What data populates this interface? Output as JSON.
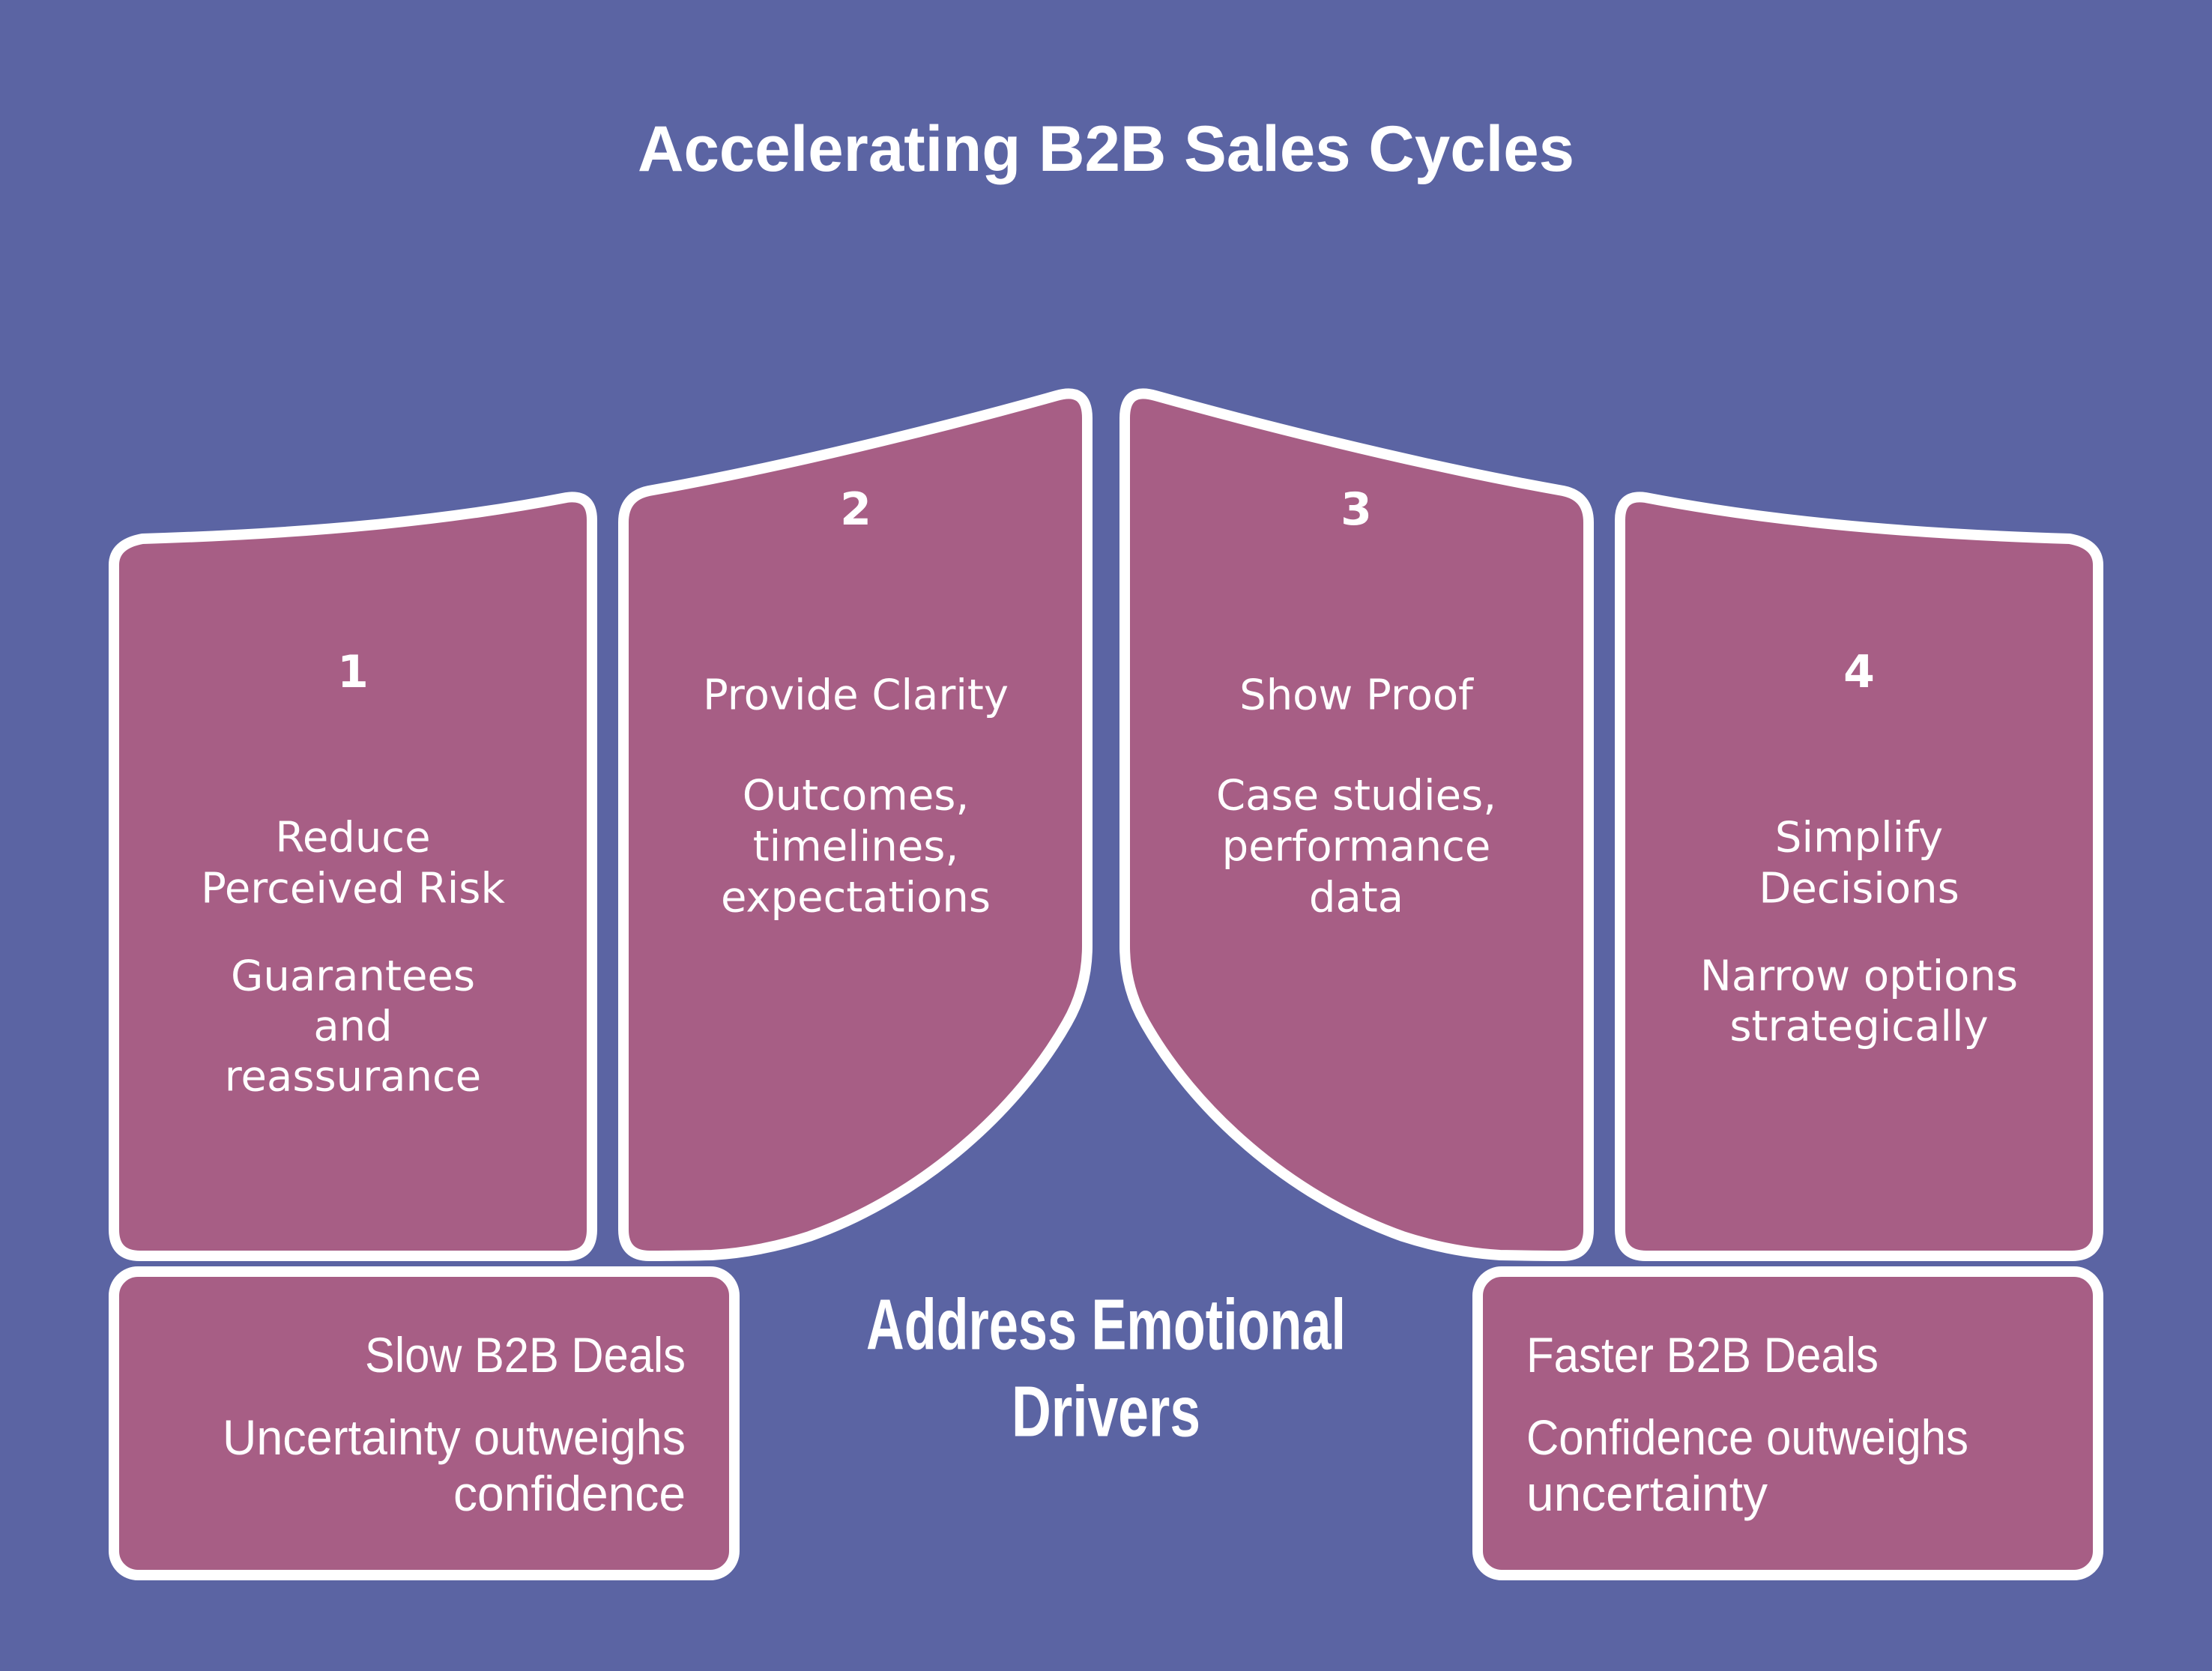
{
  "title": "Accelerating B2B Sales Cycles",
  "colors": {
    "background": "#5b64a3",
    "panel": "#a75e85",
    "outline": "#ffffff",
    "text": "#ffffff"
  },
  "panels": [
    {
      "number": "1",
      "heading_lines": [
        "Reduce",
        "Perceived Risk"
      ],
      "body_lines": [
        "Guarantees",
        "and",
        "reassurance"
      ]
    },
    {
      "number": "2",
      "heading_lines": [
        "Provide Clarity"
      ],
      "body_lines": [
        "Outcomes,",
        "timelines,",
        "expectations"
      ]
    },
    {
      "number": "3",
      "heading_lines": [
        "Show Proof"
      ],
      "body_lines": [
        "Case studies,",
        "performance",
        "data"
      ]
    },
    {
      "number": "4",
      "heading_lines": [
        "Simplify",
        "Decisions"
      ],
      "body_lines": [
        "Narrow options",
        "strategically"
      ]
    }
  ],
  "center_label": {
    "line1": "Address Emotional",
    "line2": "Drivers"
  },
  "bottom_left_box": {
    "title": "Slow B2B Deals",
    "body_line1": "Uncertainty outweighs",
    "body_line2": "confidence"
  },
  "bottom_right_box": {
    "title": "Faster B2B Deals",
    "body_line1": "Confidence outweighs",
    "body_line2": "uncertainty"
  }
}
